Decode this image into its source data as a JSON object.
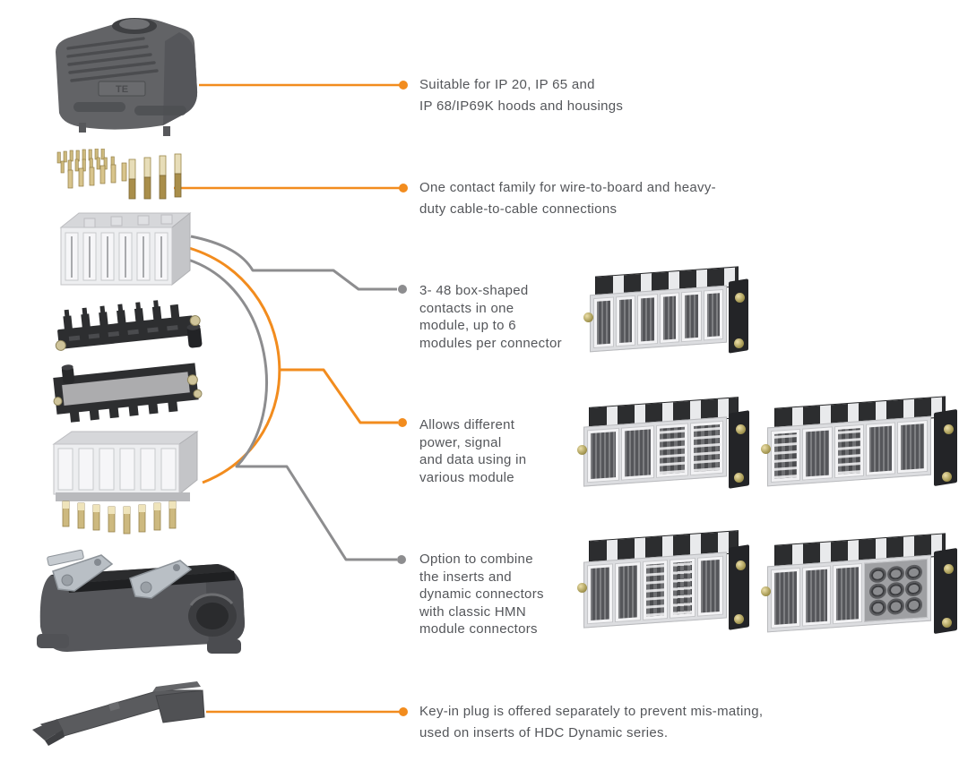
{
  "colors": {
    "accent_orange": "#F28C1E",
    "line_gray": "#8D8D8F",
    "text_gray": "#54565A"
  },
  "hood_logo": "TE",
  "callouts": [
    {
      "id": "hoods-housings",
      "connector_color": "orange",
      "lines": [
        "Suitable for IP 20, IP 65 and",
        "IP 68/IP69K hoods and housings"
      ]
    },
    {
      "id": "contact-family",
      "connector_color": "orange",
      "lines": [
        "One contact family for wire-to-board and heavy-",
        "duty cable-to-cable connections"
      ]
    },
    {
      "id": "box-contacts",
      "connector_color": "gray",
      "lines": [
        "3- 48 box-shaped",
        "contacts in one",
        "module, up to 6",
        "modules per connector"
      ]
    },
    {
      "id": "mixed-modules",
      "connector_color": "orange",
      "lines": [
        "Allows different",
        "power, signal",
        "and data using in",
        "various module"
      ]
    },
    {
      "id": "combine-hmn",
      "connector_color": "gray",
      "lines": [
        "Option to combine",
        "the inserts and",
        "dynamic connectors",
        "with classic HMN",
        "module connectors"
      ]
    },
    {
      "id": "key-in-plug",
      "connector_color": "orange",
      "lines": [
        "Key-in plug is offered separately to prevent mis-mating,",
        "used on inserts of HDC Dynamic series."
      ]
    }
  ],
  "exploded_view_items": [
    {
      "name": "hood"
    },
    {
      "name": "crimp-contacts"
    },
    {
      "name": "dynamic-module"
    },
    {
      "name": "hinged-frame-upper"
    },
    {
      "name": "hinged-frame-lower"
    },
    {
      "name": "insert-with-contacts"
    },
    {
      "name": "surface-mount-housing"
    },
    {
      "name": "key-in-plug"
    }
  ],
  "products": [
    {
      "name": "six-slot-module-connector",
      "cells": [
        "slot",
        "slot",
        "slot",
        "slot",
        "slot",
        "slot"
      ]
    },
    {
      "name": "four-module-mixed-connector",
      "cells": [
        "slot",
        "slot",
        "pins",
        "pins"
      ]
    },
    {
      "name": "five-module-mixed-connector",
      "cells": [
        "pins",
        "slot",
        "pins",
        "slot",
        "slot"
      ]
    },
    {
      "name": "five-module-dynamic-connector",
      "cells": [
        "slot",
        "slot",
        "pins",
        "pins",
        "slot"
      ]
    },
    {
      "name": "combined-dynamic-hmn-connector",
      "cells": [
        "slot",
        "slot",
        "slot",
        "tubes"
      ]
    }
  ]
}
